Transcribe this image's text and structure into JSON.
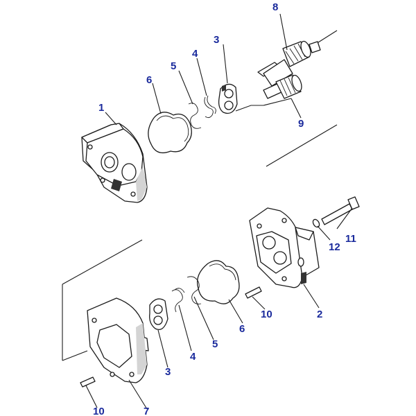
{
  "callouts": {
    "c1": "1",
    "c2": "2",
    "c3a": "3",
    "c3b": "3",
    "c4a": "4",
    "c4b": "4",
    "c5a": "5",
    "c5b": "5",
    "c6a": "6",
    "c6b": "6",
    "c7": "7",
    "c8": "8",
    "c9": "9",
    "c10a": "10",
    "c10b": "10",
    "c11": "11",
    "c12": "12"
  },
  "colors": {
    "callout": "#1a2a9c",
    "line": "#1b1b1b",
    "background": "#ffffff"
  }
}
